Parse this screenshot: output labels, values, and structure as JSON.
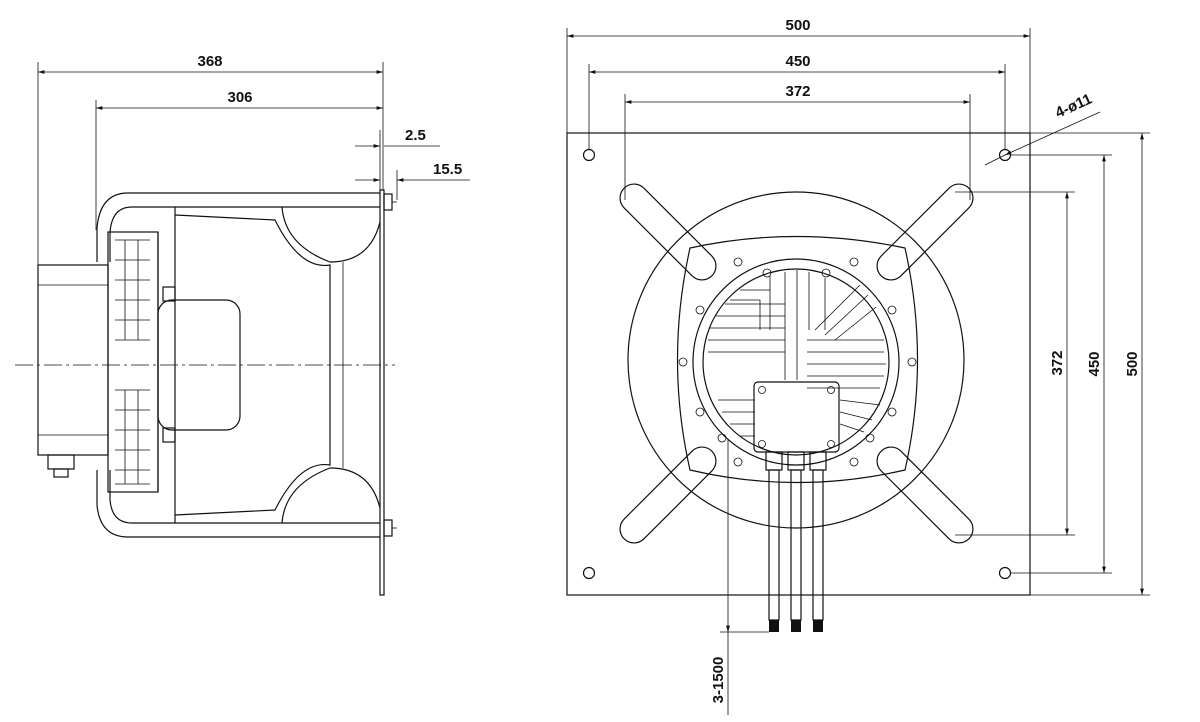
{
  "side_view": {
    "dim_overall_depth": "368",
    "dim_impeller_depth": "306",
    "dim_plate_thickness": "2.5",
    "dim_plate_offset": "15.5"
  },
  "front_view": {
    "dim_plate_width": "500",
    "dim_hole_pitch_horizontal": "450",
    "dim_bracket_span_horizontal": "372",
    "dim_bracket_span_vertical": "372",
    "dim_hole_pitch_vertical": "450",
    "dim_plate_height": "500",
    "mounting_holes_callout": "4-ø11",
    "cable_callout": "3-1500"
  }
}
